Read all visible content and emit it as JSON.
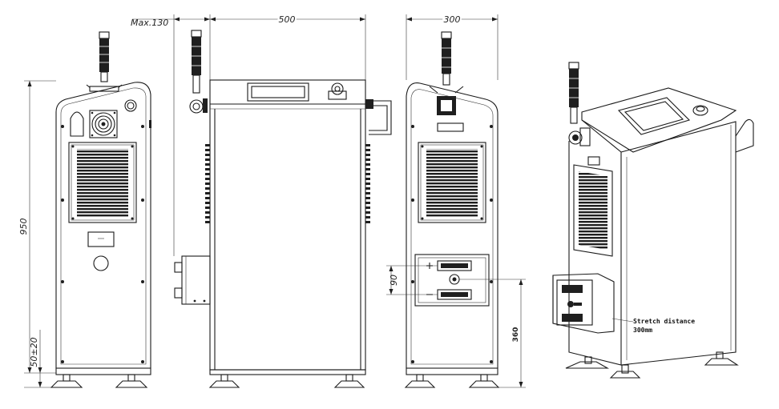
{
  "dimensions": {
    "max_offset": "Max.130",
    "depth": "500",
    "width": "300",
    "height": "950",
    "foot": "50±20",
    "port_spacing": "90",
    "port_height": "360"
  },
  "annotation": {
    "line1": "Stretch distance",
    "line2": "300mm"
  },
  "colors": {
    "line": "#1a1a1a",
    "dark": "#1f1f1f",
    "background": "#ffffff"
  }
}
